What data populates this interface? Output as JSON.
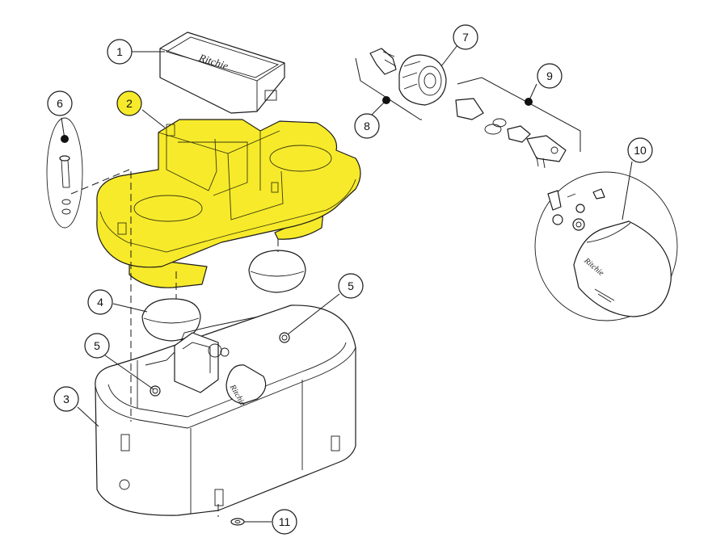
{
  "callouts": [
    {
      "id": "1",
      "highlighted": false
    },
    {
      "id": "2",
      "highlighted": true
    },
    {
      "id": "3",
      "highlighted": false
    },
    {
      "id": "4",
      "highlighted": false
    },
    {
      "id": "5",
      "highlighted": false
    },
    {
      "id": "5",
      "highlighted": false
    },
    {
      "id": "6",
      "highlighted": false
    },
    {
      "id": "7",
      "highlighted": false
    },
    {
      "id": "8",
      "highlighted": false
    },
    {
      "id": "9",
      "highlighted": false
    },
    {
      "id": "10",
      "highlighted": false
    },
    {
      "id": "11",
      "highlighted": false
    }
  ],
  "logo_text": "Ritchie",
  "colors": {
    "highlight": "#f7ea2a",
    "line": "#1a1a1a",
    "background": "#ffffff"
  }
}
